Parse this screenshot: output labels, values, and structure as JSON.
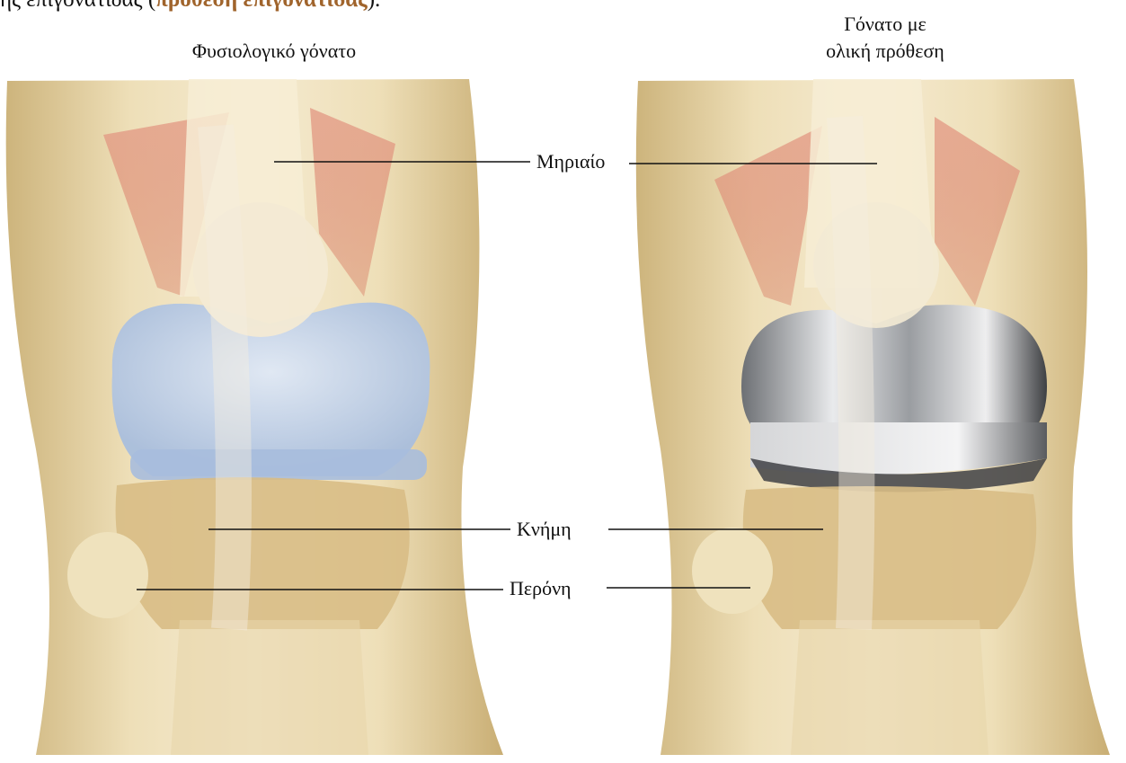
{
  "top_text": {
    "prefix": "ης επιγονατίδας  (",
    "highlight": "πρόθεση επιγονατίδας",
    "suffix": ")."
  },
  "titles": {
    "normal_knee": "Φυσιολογικό γόνατο",
    "replaced_line1": "Γόνατο με",
    "replaced_line2": "ολική πρόθεση"
  },
  "labels": {
    "femur": "Μηριαίο",
    "tibia": "Κνήμη",
    "fibula": "Περόνη"
  },
  "colors": {
    "skin": "#e9d6a8",
    "bone": "#f3e6c5",
    "muscle": "#d98a70",
    "cartilage": "#b9cbe6",
    "implant": "#bfc2c6"
  }
}
